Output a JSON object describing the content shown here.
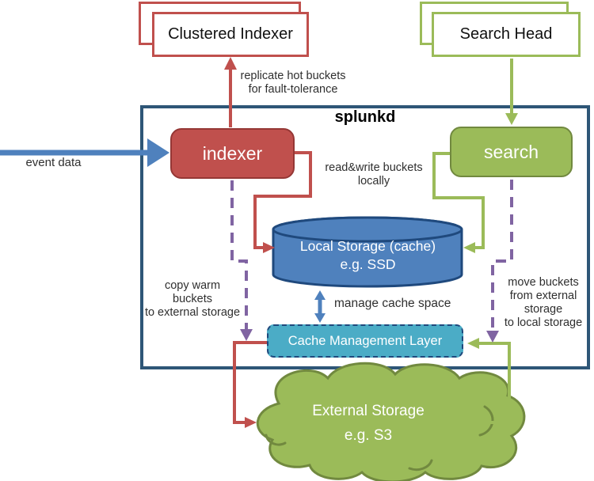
{
  "diagram": {
    "title": "splunkd",
    "external_nodes": {
      "clustered_indexer": "Clustered Indexer",
      "search_head": "Search Head"
    },
    "nodes": {
      "indexer": "indexer",
      "search": "search",
      "local_storage": {
        "line1": "Local Storage (cache)",
        "line2": "e.g. SSD"
      },
      "cache_management": "Cache Management Layer",
      "external_storage": {
        "line1": "External Storage",
        "line2": "e.g. S3"
      }
    },
    "labels": {
      "event_data": "event data",
      "replicate": {
        "line1": "replicate hot buckets",
        "line2": "for fault-tolerance"
      },
      "read_write": {
        "line1": "read&write buckets",
        "line2": "locally"
      },
      "copy_warm": {
        "line1": "copy warm",
        "line2": "buckets",
        "line3": "to external storage"
      },
      "manage_cache": "manage cache space",
      "move_buckets": {
        "line1": "move buckets",
        "line2": "from external",
        "line3": "storage",
        "line4": "to local storage"
      }
    },
    "colors": {
      "red": "#C0504D",
      "red_dark": "#953735",
      "green": "#9BBB59",
      "green_dark": "#71893F",
      "blue": "#4F81BD",
      "navy": "#1F497D",
      "teal": "#4BACC6",
      "purple": "#8064A2",
      "container": "#2E5677",
      "text": "#2F2F2F"
    }
  }
}
